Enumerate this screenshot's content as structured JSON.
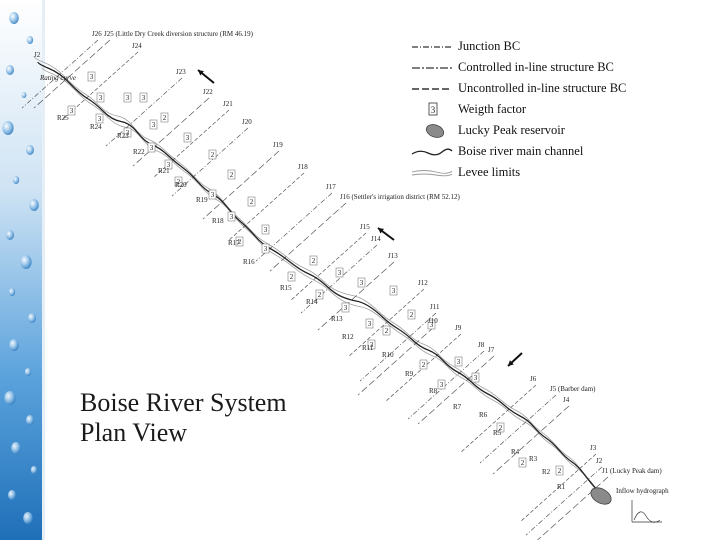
{
  "title": {
    "line1": "Boise River System",
    "line2": "Plan View"
  },
  "legend": [
    {
      "symbol": "junction-bc",
      "label": "Junction BC"
    },
    {
      "symbol": "controlled-bc",
      "label": "Controlled in-line structure BC"
    },
    {
      "symbol": "uncontrolled-bc",
      "label": "Uncontrolled in-line structure BC"
    },
    {
      "symbol": "weight-factor",
      "label": "Weigth factor",
      "sample": "3"
    },
    {
      "symbol": "reservoir",
      "label": "Lucky Peak reservoir"
    },
    {
      "symbol": "main-channel",
      "label": "Boise river main channel"
    },
    {
      "symbol": "levee",
      "label": "Levee limits"
    }
  ],
  "junctions": [
    "J26",
    "J25 (Little Dry Creek diversion structure (RM 46.19)",
    "J24",
    "J23",
    "J22",
    "J21",
    "J20",
    "J19",
    "J18",
    "J17",
    "J16 (Settler's irrigation district (RM 52.12)",
    "J15",
    "J14",
    "J13",
    "J12",
    "J11",
    "J10",
    "J9",
    "J8",
    "J7",
    "J6",
    "J5 (Barber dam)",
    "J4",
    "J3",
    "J2",
    "J1 (Lucky Peak dam)"
  ],
  "reaches": [
    "R25",
    "R24",
    "R23",
    "R22",
    "R21",
    "R20",
    "R19",
    "R18",
    "R17",
    "R16",
    "R15",
    "R14",
    "R13",
    "R12",
    "R11",
    "R10",
    "R9",
    "R8",
    "R7",
    "R6",
    "R5",
    "R4",
    "R3",
    "R2",
    "R1"
  ],
  "misc_labels": {
    "rating_curve": "Rating curve",
    "inflow": "Inflow hydrograph",
    "j2_small": "J2"
  },
  "weight_factors": [
    "3",
    "3",
    "3",
    "3",
    "3",
    "3",
    "3",
    "2",
    "3",
    "3",
    "3",
    "2",
    "3",
    "2",
    "2",
    "3",
    "2",
    "3",
    "3",
    "3",
    "2",
    "2",
    "2",
    "3",
    "3",
    "2",
    "3",
    "3",
    "3",
    "2",
    "2",
    "3",
    "3",
    "2",
    "3",
    "3",
    "3",
    "2",
    "2",
    "2"
  ],
  "colors": {
    "water_blue": "#2e7fc3",
    "channel": "#222222",
    "reservoir": "#8a8a8a"
  }
}
